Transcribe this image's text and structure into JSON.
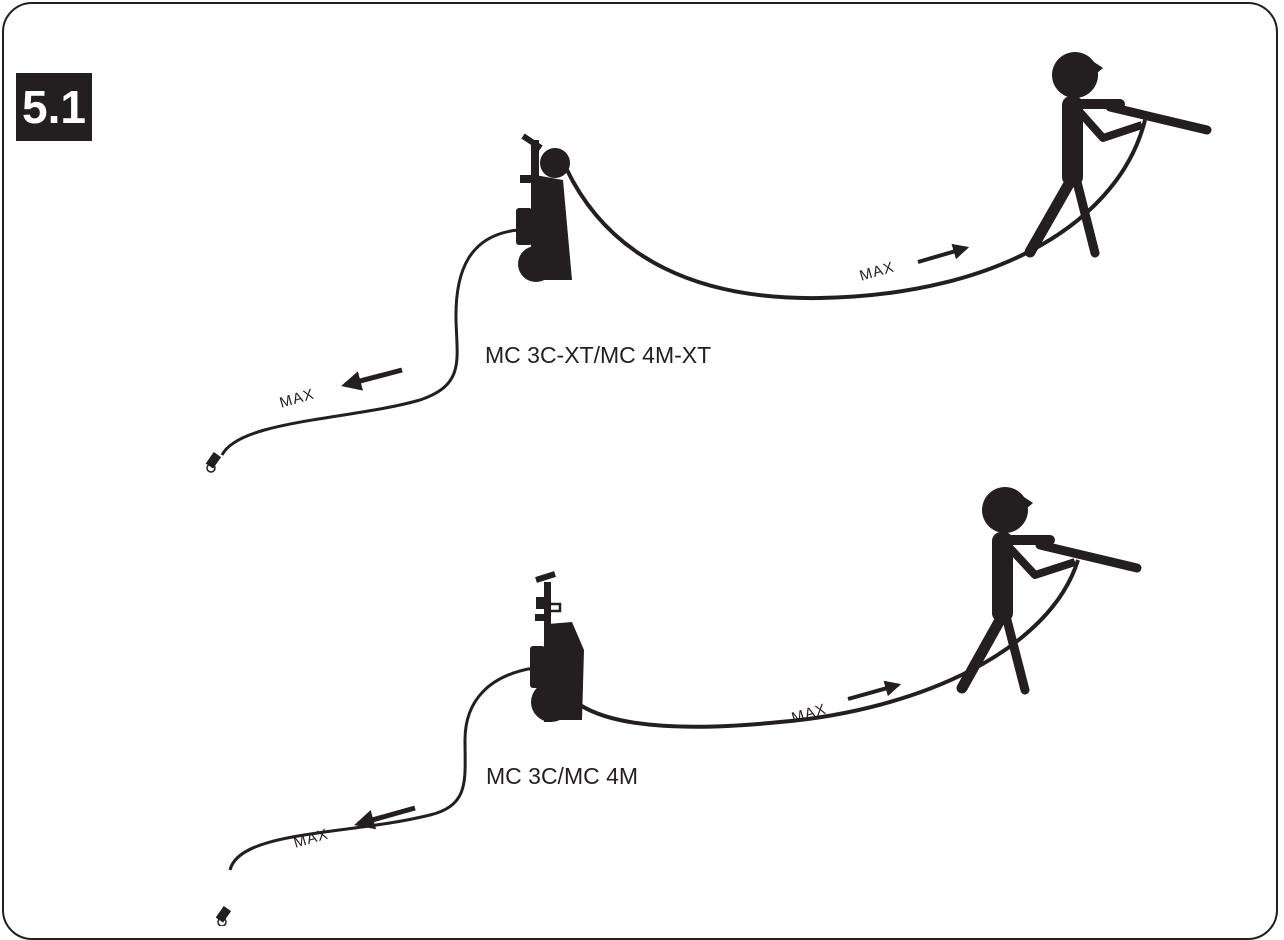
{
  "figure": {
    "number": "5.1",
    "colors": {
      "ink": "#231f20",
      "background": "#ffffff"
    }
  },
  "scenes": [
    {
      "model_label": "MC 3C-XT/MC 4M-XT",
      "hose_max_label": "MAX",
      "cable_max_label": "MAX"
    },
    {
      "model_label": "MC 3C/MC 4M",
      "hose_max_label": "MAX",
      "cable_max_label": "MAX"
    }
  ]
}
